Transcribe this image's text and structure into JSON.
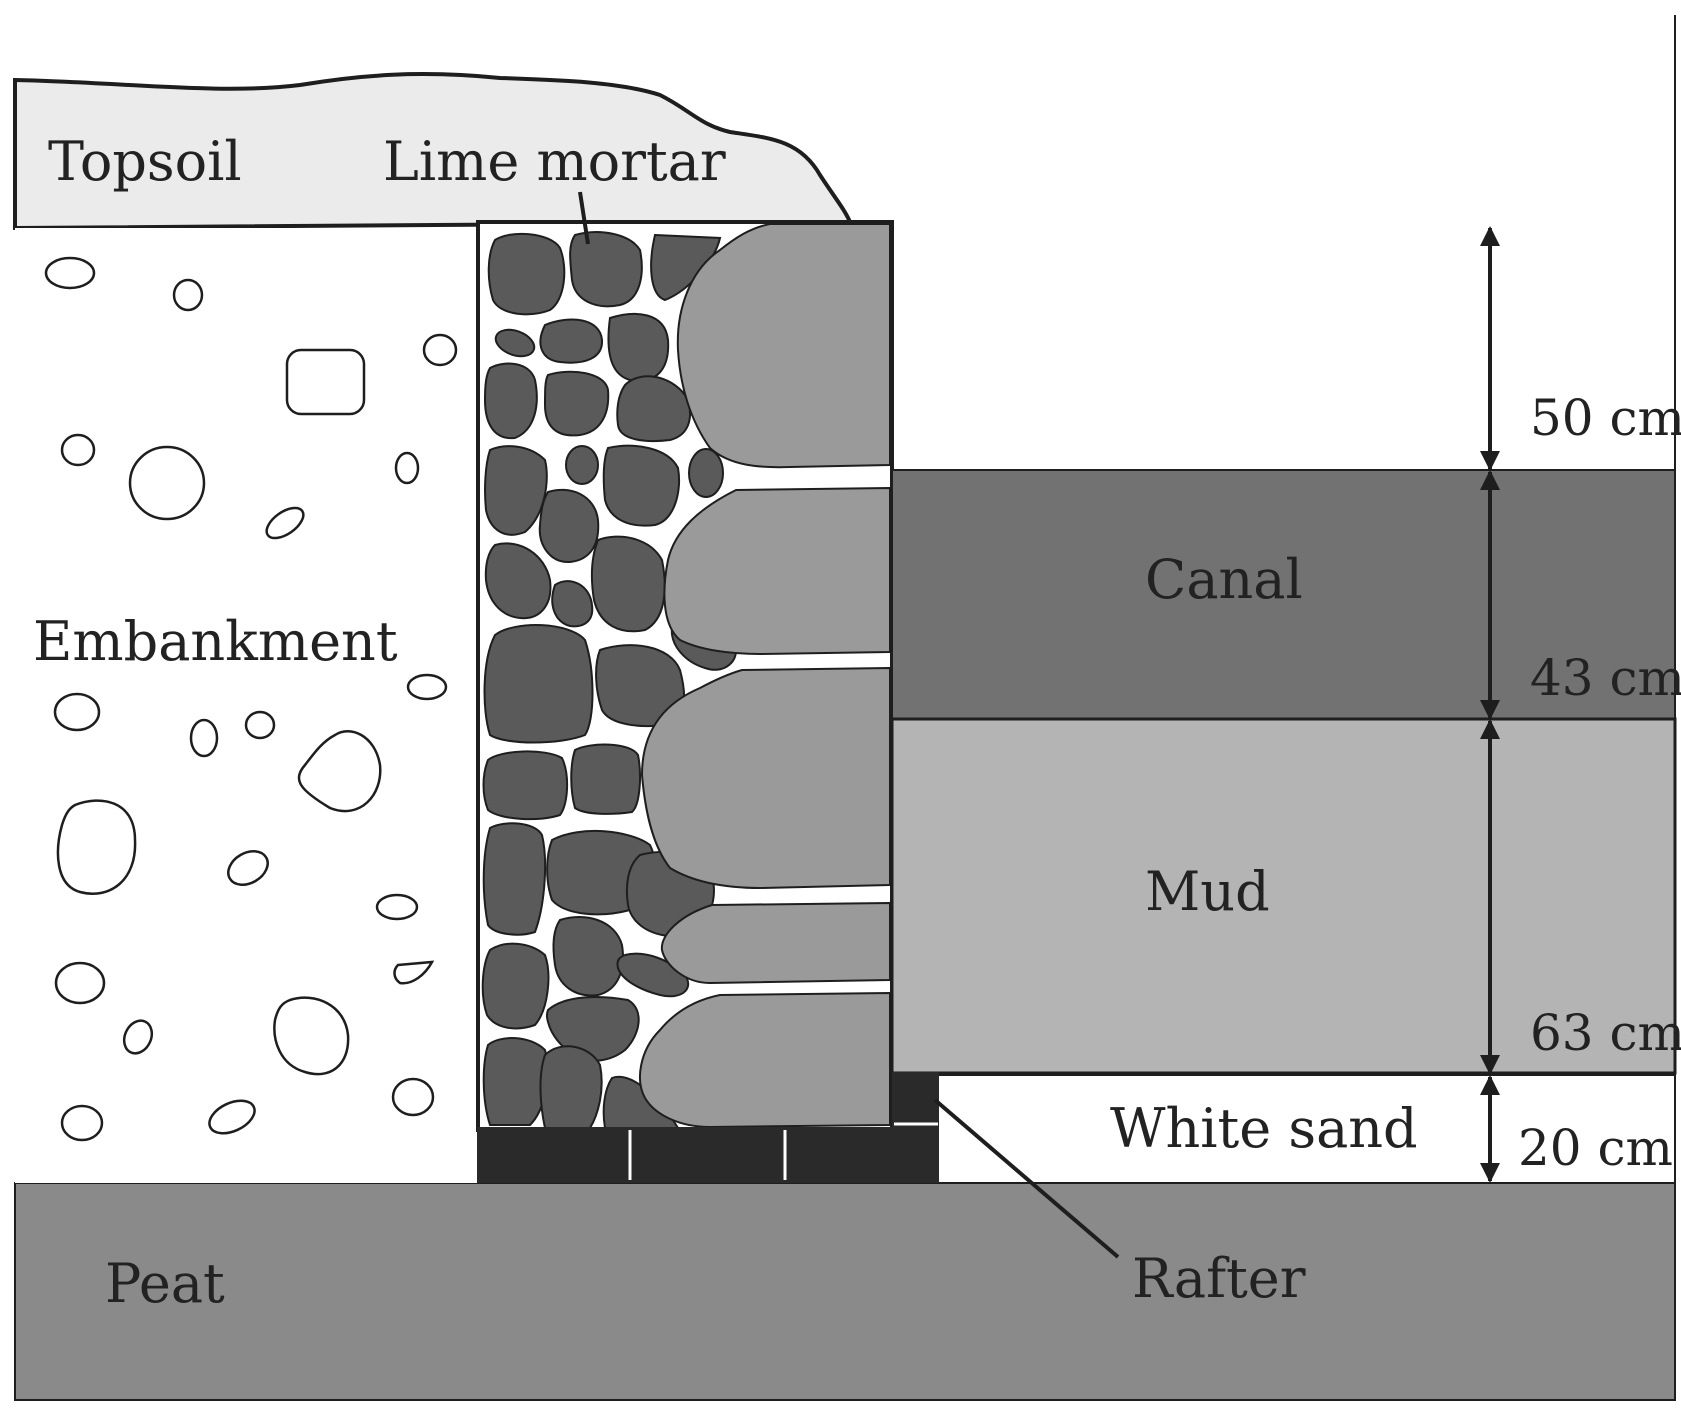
{
  "labels": {
    "topsoil": "Topsoil",
    "lime_mortar": "Lime mortar",
    "embankment": "Embankment",
    "canal": "Canal",
    "mud": "Mud",
    "white_sand": "White sand",
    "peat": "Peat",
    "rafter": "Rafter"
  },
  "dimensions": {
    "upper": "50 cm",
    "canal": "43 cm",
    "mud": "63 cm",
    "sand": "20 cm"
  },
  "colors": {
    "topsoil": "#ebebeb",
    "embankment": "#ffffff",
    "canal": "#727272",
    "mud": "#b4b4b4",
    "white_sand": "#ffffff",
    "peat": "#8a8a8a",
    "rubble_stone": "#5a5a5a",
    "facing_stone": "#9a9a9a",
    "rafter": "#2a2a2a",
    "outline": "#1e1e1e"
  }
}
